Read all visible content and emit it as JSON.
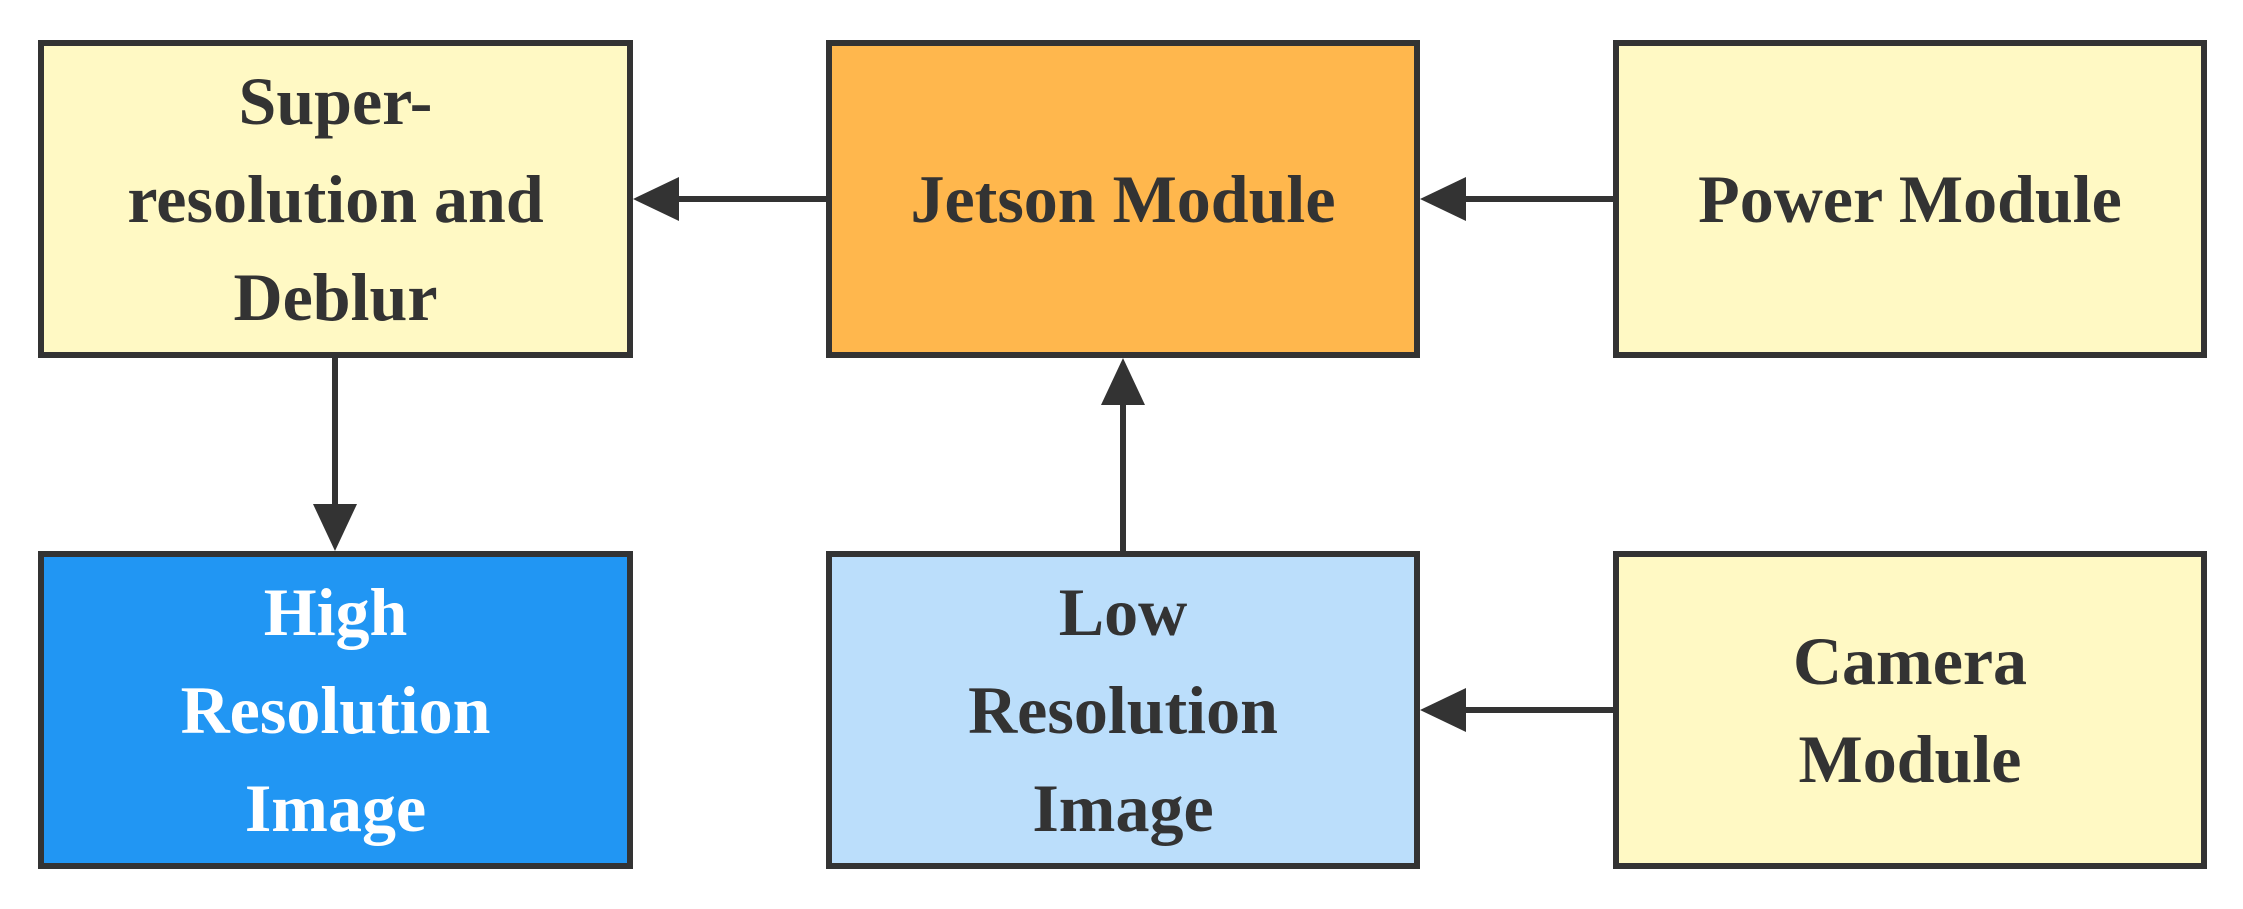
{
  "diagram": {
    "nodes": [
      {
        "id": "super",
        "label": "Super-\nresolution and\nDeblur",
        "fill": "#FFF9C4",
        "text_color": "#333333"
      },
      {
        "id": "jetson",
        "label": "Jetson Module",
        "fill": "#FFB74D",
        "text_color": "#333333"
      },
      {
        "id": "power",
        "label": "Power Module",
        "fill": "#FFF9C4",
        "text_color": "#333333"
      },
      {
        "id": "high",
        "label": "High\nResolution\nImage",
        "fill": "#2196F3",
        "text_color": "#FFFFFF"
      },
      {
        "id": "low",
        "label": "Low\nResolution\nImage",
        "fill": "#BBDEFB",
        "text_color": "#333333"
      },
      {
        "id": "camera",
        "label": "Camera\nModule",
        "fill": "#FFF9C4",
        "text_color": "#333333"
      }
    ],
    "edges": [
      {
        "from": "power",
        "to": "jetson"
      },
      {
        "from": "jetson",
        "to": "super"
      },
      {
        "from": "super",
        "to": "high"
      },
      {
        "from": "low",
        "to": "jetson"
      },
      {
        "from": "camera",
        "to": "low"
      }
    ],
    "border_color": "#333333",
    "arrow_color": "#333333"
  }
}
